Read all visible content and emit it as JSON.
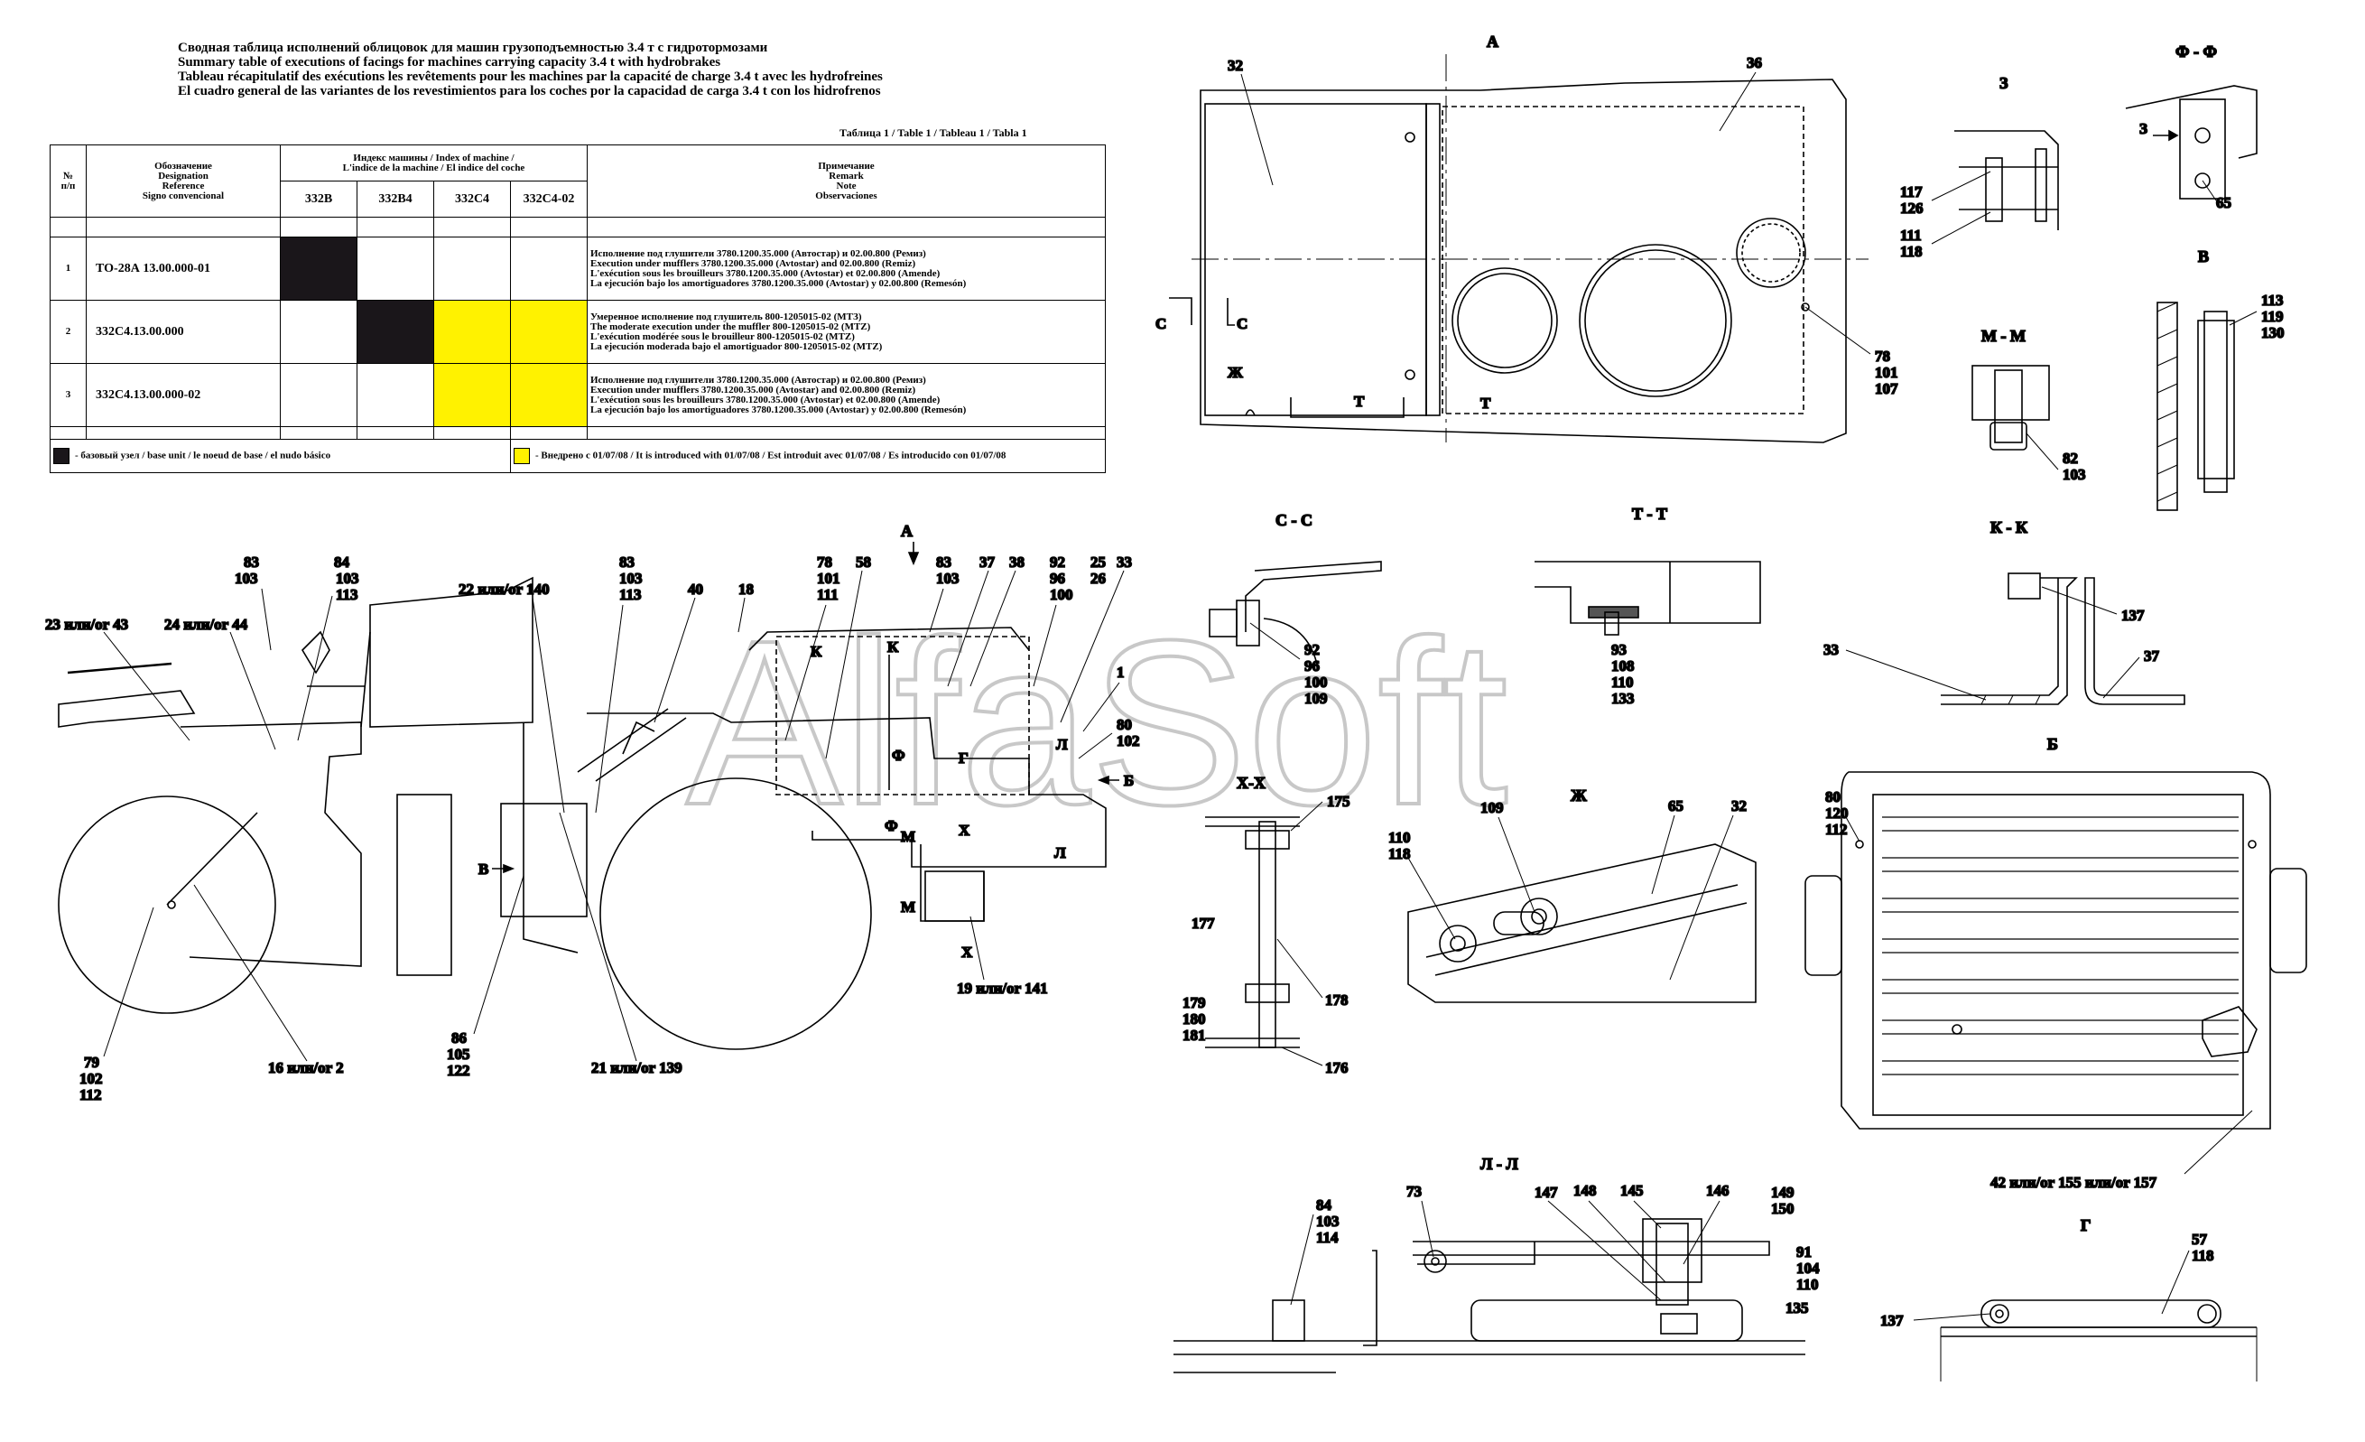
{
  "header": {
    "lines": [
      "Сводная таблица исполнений облицовок для машин грузоподъемностью 3.4 т с гидротормозами",
      "Summary table of executions of facings for machines carrying capacity 3.4 t with hydrobrakes",
      "Tableau récapitulatif des exécutions les revêtements pour les machines par la capacité de charge 3.4 t avec les hydrofreines",
      "El cuadro general de las variantes de los revestimientos para los coches por la capacidad de carga 3.4 t  con los hidrofrenos"
    ]
  },
  "table": {
    "caption": "Таблица 1 / Table 1 / Tableau 1 / Tabla 1",
    "col_num": "№\nп/п",
    "col_designation": [
      "Обозначение",
      "Designation",
      "Reference",
      "Signo convencional"
    ],
    "col_index_group": [
      "Индекс машины / Index of machine /",
      "L'indice de la machine / El indice del coche"
    ],
    "col_remark": [
      "Примечание",
      "Remark",
      "Note",
      "Observaciones"
    ],
    "machines": [
      "332B",
      "332B4",
      "332C4",
      "332C4-02"
    ],
    "rows": [
      {
        "num": "1",
        "designation": "ТО-28А 13.00.000-01",
        "cells": [
          "black",
          "",
          "",
          ""
        ],
        "remarks": [
          "Исполнение под глушители 3780.1200.35.000 (Автостар) и 02.00.800 (Ремиз)",
          "Execution under mufflers 3780.1200.35.000 (Avtostar) and 02.00.800 (Remiz)",
          "L'exécution sous les brouilleurs 3780.1200.35.000 (Avtostar) et 02.00.800 (Amende)",
          "La ejecución bajo los amortiguadores 3780.1200.35.000 (Avtostar) y 02.00.800 (Remesón)"
        ]
      },
      {
        "num": "2",
        "designation": "332C4.13.00.000",
        "cells": [
          "",
          "black",
          "yellow",
          "yellow"
        ],
        "remarks": [
          "Умеренное исполнение под глушитель 800-1205015-02 (МТЗ)",
          "The moderate execution under the muffler 800-1205015-02 (MTZ)",
          "L'exécution modérée sous le brouilleur 800-1205015-02 (MTZ)",
          "La ejecución moderada bajo el amortiguador 800-1205015-02 (MTZ)"
        ]
      },
      {
        "num": "3",
        "designation": "332C4.13.00.000-02",
        "cells": [
          "",
          "",
          "yellow",
          "yellow"
        ],
        "remarks": [
          "Исполнение под глушители 3780.1200.35.000 (Автостар) и 02.00.800 (Ремиз)",
          "Execution under mufflers 3780.1200.35.000 (Avtostar) and 02.00.800 (Remiz)",
          "L'exécution sous les brouilleurs 3780.1200.35.000 (Avtostar) et 02.00.800 (Amende)",
          "La ejecución bajo los amortiguadores 3780.1200.35.000 (Avtostar) y 02.00.800 (Remesón)"
        ]
      }
    ],
    "legend_black": "- базовый узел / base unit  / le noeud de base / el nudo básico",
    "legend_yellow": "- Внедрено с 01/07/08 / It is introduced with 01/07/08 / Est introduit avec 01/07/08 / Es introducido con 01/07/08",
    "colors": {
      "black": "#1a161a",
      "yellow": "#fff200"
    }
  },
  "watermark": "AlfaSoft",
  "sections": {
    "A": "А",
    "FF": "Ф - Ф",
    "Z": "З",
    "V": "В",
    "MM": "М - М",
    "SS": "С - С",
    "TT": "Т - Т",
    "KK": "К - К",
    "XX": "Х-Х",
    "ZH": "Ж",
    "B": "Б",
    "LL": "Л - Л",
    "G": "Г"
  },
  "callouts": {
    "a32": "32",
    "a36": "36",
    "a78": "78",
    "a101": "101",
    "a107": "107",
    "a_c1": "С",
    "a_c2": "С",
    "a_zh": "Ж",
    "a_t1": "Т",
    "a_t2": "Т",
    "z117": "117",
    "z126": "126",
    "z111": "111",
    "z118": "118",
    "z_arrow": "З",
    "f65": "65",
    "f_z": "З",
    "v113": "113",
    "v119": "119",
    "v130": "130",
    "m82": "82",
    "m103": "103",
    "s92": "92",
    "s96": "96",
    "s100": "100",
    "s109": "109",
    "t93": "93",
    "t108": "108",
    "t110": "110",
    "t133": "133",
    "k137": "137",
    "k33": "33",
    "k37": "37",
    "x175": "175",
    "x177": "177",
    "x178": "178",
    "x179": "179",
    "x180": "180",
    "x181": "181",
    "x176": "176",
    "j110": "110",
    "j118": "118",
    "j109": "109",
    "j65": "65",
    "j32": "32",
    "b80": "80",
    "b120": "120",
    "b112": "112",
    "b42": "42 или/or 155 или/or 157",
    "l84": "84",
    "l103": "103",
    "l114": "114",
    "l73": "73",
    "l147": "147",
    "l148": "148",
    "l145": "145",
    "l146": "146",
    "l149": "149",
    "l150": "150",
    "l91": "91",
    "l104": "104",
    "l110": "110",
    "l135": "135",
    "g57": "57",
    "g118": "118",
    "g137": "137",
    "m83a": "83",
    "m103a": "103",
    "m84": "84",
    "m103b": "103",
    "m113a": "113",
    "m23": "23 или/or 43",
    "m24": "24 или/or 44",
    "m22": "22 или/or 140",
    "m83b": "83",
    "m103c": "103",
    "m113b": "113",
    "m40": "40",
    "m18": "18",
    "m78": "78",
    "m101": "101",
    "m111": "111",
    "m58": "58",
    "m83c": "83",
    "m103d": "103",
    "m37": "37",
    "m38": "38",
    "m92": "92",
    "m96": "96",
    "m100": "100",
    "m25": "25",
    "m26": "26",
    "m33": "33",
    "m1": "1",
    "m80": "80",
    "m102": "102",
    "m_a": "А",
    "m_k1": "К",
    "m_k2": "К",
    "m_f1": "Ф",
    "m_f2": "Ф",
    "m_g": "Г",
    "m_b": "Б",
    "m_l1": "Л",
    "m_l2": "Л",
    "m_m1": "М",
    "m_m2": "М",
    "m_x1": "Х",
    "m_x2": "Х",
    "m_v": "В",
    "m19": "19 или/or 141",
    "m86": "86",
    "m105": "105",
    "m122": "122",
    "m21": "21 или/or 139",
    "m16": "16 или/or 2",
    "m79": "79",
    "m102b": "102",
    "m112": "112"
  }
}
